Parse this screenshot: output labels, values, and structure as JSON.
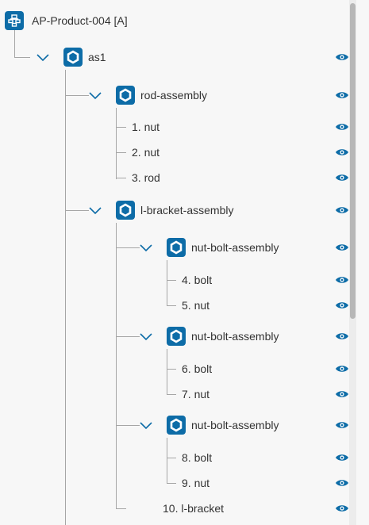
{
  "tree": {
    "root": {
      "label": "AP-Product-004 [A]",
      "icon": "product-structure-icon"
    },
    "assembly_icon": "hexagon-nut-icon",
    "toggle_icon": "chevron-down-icon",
    "visibility_icon": "eye-icon",
    "nodes": [
      {
        "label": "as1",
        "depth": 1,
        "type": "assembly",
        "expanded": true
      },
      {
        "label": "rod-assembly",
        "depth": 2,
        "type": "assembly",
        "expanded": true
      },
      {
        "label": "1. nut",
        "depth": 3,
        "type": "part"
      },
      {
        "label": "2. nut",
        "depth": 3,
        "type": "part"
      },
      {
        "label": "3. rod",
        "depth": 3,
        "type": "part"
      },
      {
        "label": "l-bracket-assembly",
        "depth": 2,
        "type": "assembly",
        "expanded": true
      },
      {
        "label": "nut-bolt-assembly",
        "depth": 3,
        "type": "assembly",
        "expanded": true
      },
      {
        "label": "4. bolt",
        "depth": 4,
        "type": "part"
      },
      {
        "label": "5. nut",
        "depth": 4,
        "type": "part"
      },
      {
        "label": "nut-bolt-assembly",
        "depth": 3,
        "type": "assembly",
        "expanded": true
      },
      {
        "label": "6. bolt",
        "depth": 4,
        "type": "part"
      },
      {
        "label": "7. nut",
        "depth": 4,
        "type": "part"
      },
      {
        "label": "nut-bolt-assembly",
        "depth": 3,
        "type": "assembly",
        "expanded": true
      },
      {
        "label": "8. bolt",
        "depth": 4,
        "type": "part"
      },
      {
        "label": "9. nut",
        "depth": 4,
        "type": "part"
      },
      {
        "label": "10. l-bracket",
        "depth": 3,
        "type": "part"
      }
    ]
  },
  "colors": {
    "accent": "#0d6ca7",
    "connector": "#a6a6a6",
    "text": "#333333",
    "background": "#f7f7f7"
  }
}
